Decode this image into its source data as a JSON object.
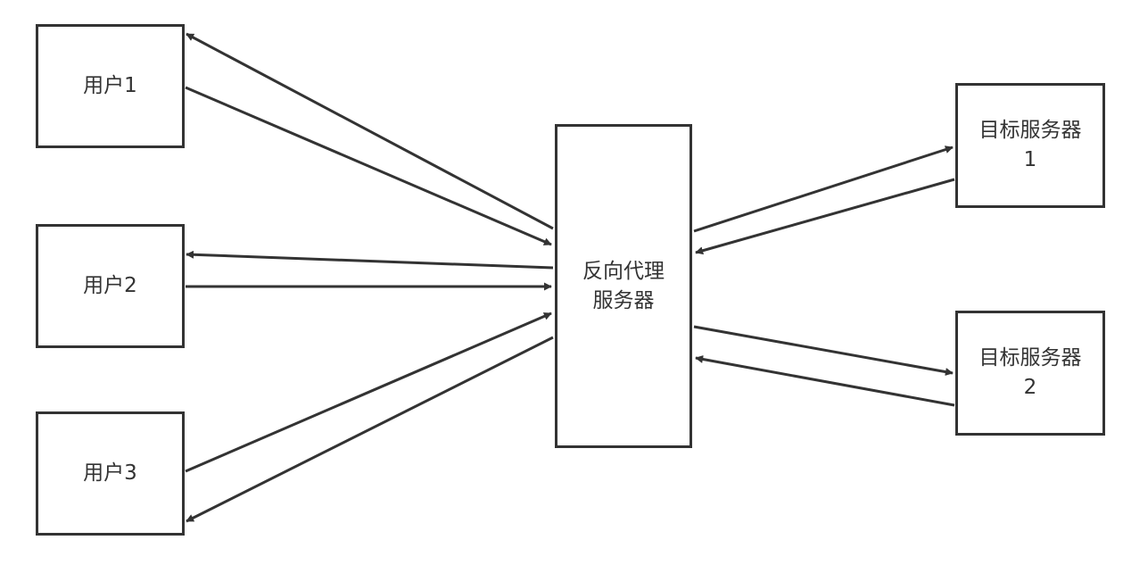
{
  "diagram": {
    "users": [
      {
        "label": "用户1"
      },
      {
        "label": "用户2"
      },
      {
        "label": "用户3"
      }
    ],
    "proxy": {
      "label": "反向代理服务器"
    },
    "targets": [
      {
        "label": "目标服务器1"
      },
      {
        "label": "目标服务器2"
      }
    ],
    "edges": [
      {
        "from": "用户1",
        "to": "反向代理服务器"
      },
      {
        "from": "反向代理服务器",
        "to": "用户1"
      },
      {
        "from": "用户2",
        "to": "反向代理服务器"
      },
      {
        "from": "反向代理服务器",
        "to": "用户2"
      },
      {
        "from": "用户3",
        "to": "反向代理服务器"
      },
      {
        "from": "反向代理服务器",
        "to": "用户3"
      },
      {
        "from": "反向代理服务器",
        "to": "目标服务器1"
      },
      {
        "from": "目标服务器1",
        "to": "反向代理服务器"
      },
      {
        "from": "反向代理服务器",
        "to": "目标服务器2"
      },
      {
        "from": "目标服务器2",
        "to": "反向代理服务器"
      }
    ],
    "colors": {
      "stroke": "#333333",
      "background": "#ffffff"
    }
  }
}
